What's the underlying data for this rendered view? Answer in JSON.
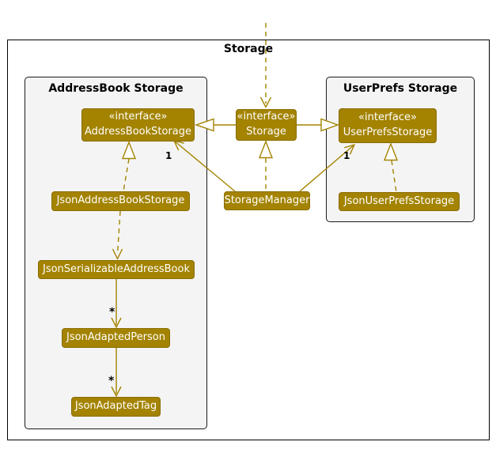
{
  "diagram": {
    "frame_title": "Storage",
    "packages": {
      "address_book": {
        "title": "AddressBook Storage"
      },
      "user_prefs": {
        "title": "UserPrefs Storage"
      }
    },
    "nodes": {
      "address_book_storage_interface": {
        "stereotype": "«interface»",
        "name": "AddressBookStorage"
      },
      "storage_interface": {
        "stereotype": "«interface»",
        "name": "Storage"
      },
      "user_prefs_storage_interface": {
        "stereotype": "«interface»",
        "name": "UserPrefsStorage"
      },
      "json_address_book_storage": {
        "name": "JsonAddressBookStorage"
      },
      "storage_manager": {
        "name": "StorageManager"
      },
      "json_user_prefs_storage": {
        "name": "JsonUserPrefsStorage"
      },
      "json_serializable_address_book": {
        "name": "JsonSerializableAddressBook"
      },
      "json_adapted_person": {
        "name": "JsonAdaptedPerson"
      },
      "json_adapted_tag": {
        "name": "JsonAdaptedTag"
      }
    },
    "multiplicities": {
      "storage_manager_to_address_book_storage": "1",
      "storage_manager_to_user_prefs_storage": "1",
      "serializable_to_person": "*",
      "person_to_tag": "*"
    },
    "colors": {
      "gold": "#a38300",
      "package_fill": "#f4f4f4",
      "frame_border": "#000000",
      "node_text": "#ffffff",
      "label_text": "#000000"
    }
  }
}
